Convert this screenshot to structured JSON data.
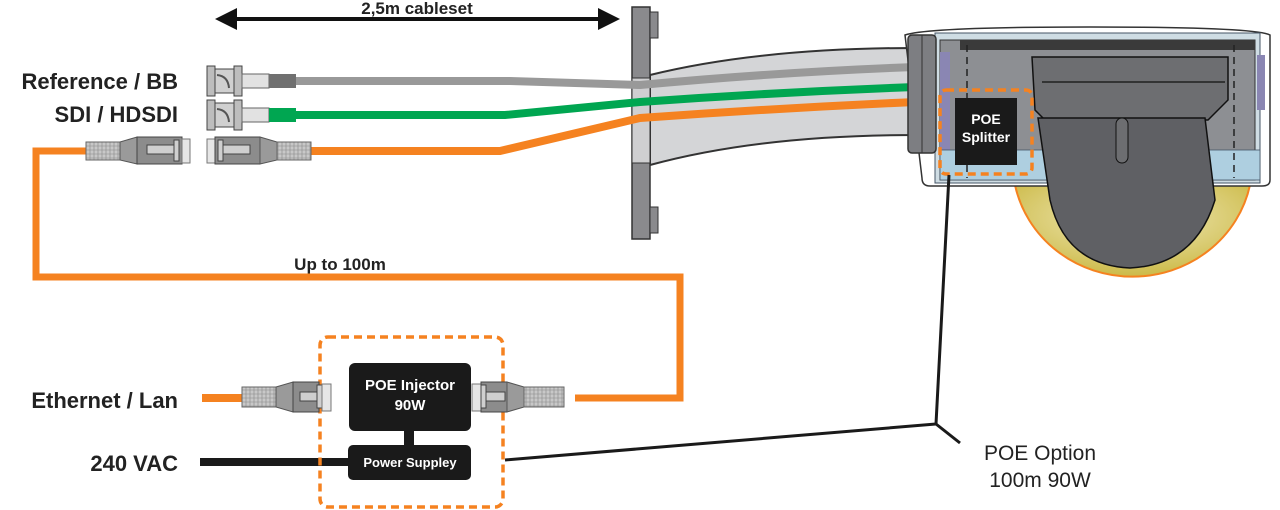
{
  "labels": {
    "reference": "Reference / BB",
    "sdi": "SDI / HDSDI",
    "ethernet": "Ethernet / Lan",
    "vac": "240 VAC",
    "cableset": "2,5m cableset",
    "distance": "Up to 100m",
    "poe_option_line1": "POE Option",
    "poe_option_line2": "100m 90W"
  },
  "boxes": {
    "injector_line1": "POE Injector",
    "injector_line2": "90W",
    "power_supply": "Power Suppley",
    "splitter_line1": "POE",
    "splitter_line2": "Splitter"
  },
  "colors": {
    "orange": "#f58220",
    "green": "#00a651",
    "grey_cable": "#999999",
    "black": "#1a1a1a",
    "connector": "#b3b3b3",
    "dome": "#d8c86a"
  }
}
